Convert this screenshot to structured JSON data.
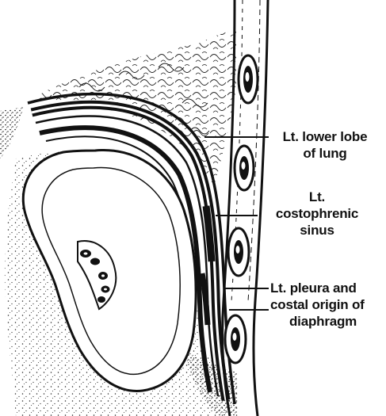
{
  "labels": {
    "lower_lobe": {
      "line1": "Lt. lower lobe",
      "line2": "of lung"
    },
    "sinus": {
      "line1": "Lt.",
      "line2": "costophrenic",
      "line3": "sinus"
    },
    "pleura": {
      "line1": "Lt. pleura and",
      "line2": "costal origin of",
      "line3": "diaphragm"
    }
  },
  "colors": {
    "ink": "#111111",
    "paper": "#ffffff"
  }
}
